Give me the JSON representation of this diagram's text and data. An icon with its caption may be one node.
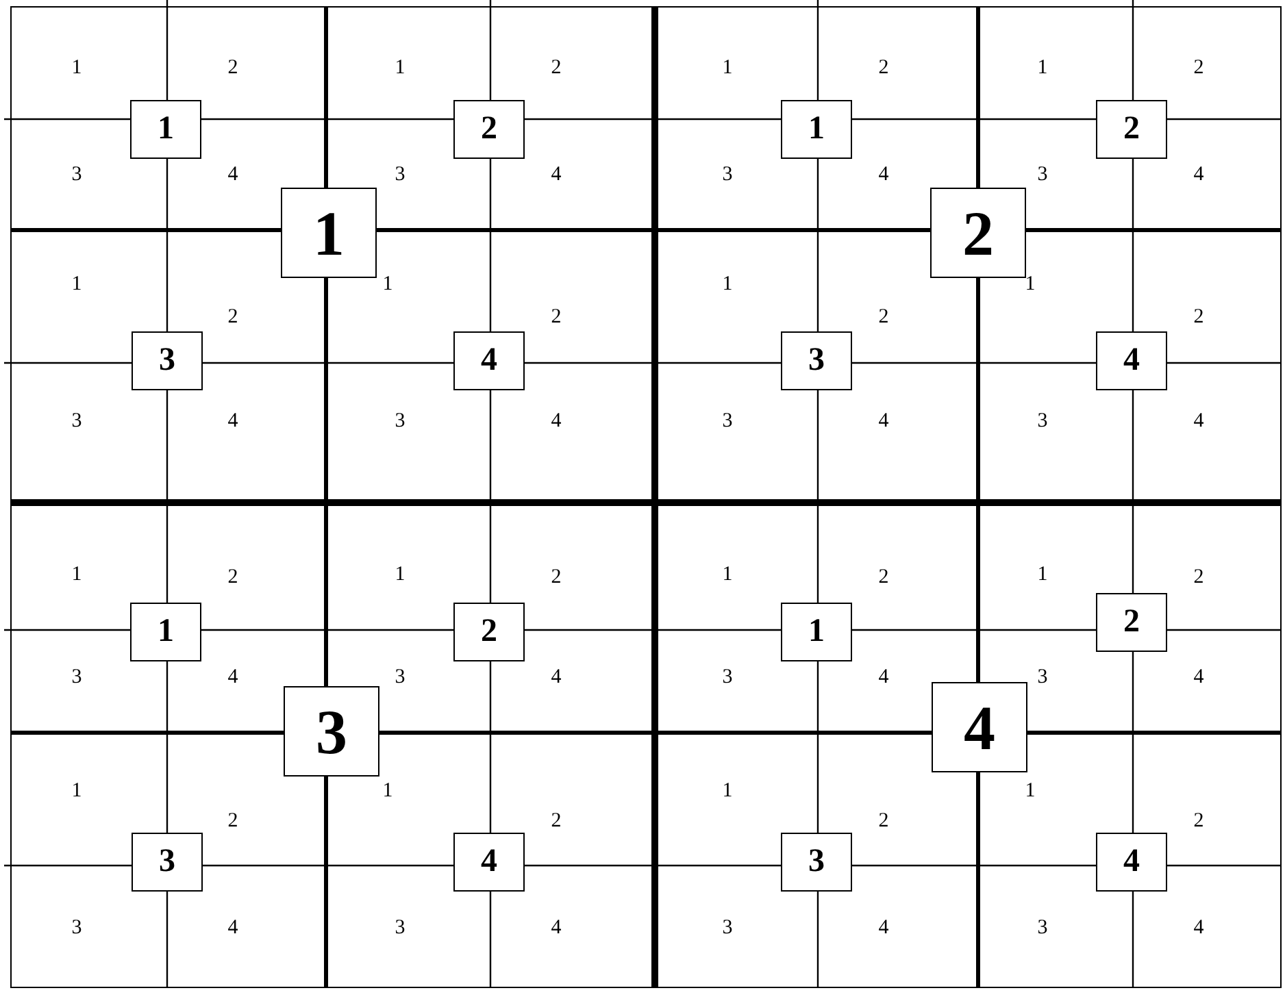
{
  "diagram": {
    "nodes": [
      {
        "text": [
          "1"
        ]
      },
      {
        "text": [
          "2"
        ]
      },
      {
        "text": [
          "1"
        ]
      },
      {
        "text": [
          "2"
        ]
      },
      {
        "text": [
          "1"
        ]
      },
      {
        "text": [
          "2"
        ]
      },
      {
        "text": [
          "3"
        ]
      },
      {
        "text": [
          "4"
        ]
      },
      {
        "text": [
          "3"
        ]
      },
      {
        "text": [
          "4"
        ]
      },
      {
        "text": [
          "1"
        ]
      },
      {
        "text": [
          "2"
        ]
      },
      {
        "text": [
          "1"
        ]
      },
      {
        "text": [
          "2"
        ]
      },
      {
        "text": [
          "3"
        ]
      },
      {
        "text": [
          "4"
        ]
      },
      {
        "text": [
          "3"
        ]
      },
      {
        "text": [
          "4"
        ]
      },
      {
        "text": [
          "3"
        ]
      },
      {
        "text": [
          "4"
        ]
      }
    ],
    "labels": [
      "1",
      "2",
      "1",
      "2",
      "1",
      "2",
      "1",
      "2",
      "3",
      "4",
      "3",
      "4",
      "3",
      "4",
      "3",
      "4",
      "1",
      "2",
      "1",
      "2",
      "1",
      "2",
      "1",
      "2",
      "3",
      "4",
      "3",
      "4",
      "3",
      "4",
      "3",
      "4",
      "1",
      "2",
      "1",
      "2",
      "1",
      "2",
      "1",
      "2",
      "3",
      "4",
      "3",
      "4",
      "3",
      "4",
      "3",
      "4",
      "1",
      "2",
      "1",
      "2",
      "1",
      "2",
      "1",
      "2",
      "3",
      "4",
      "3",
      "4",
      "3",
      "4",
      "3",
      "4"
    ]
  }
}
